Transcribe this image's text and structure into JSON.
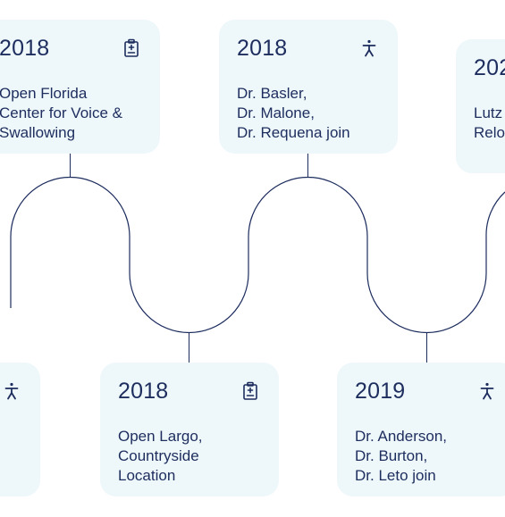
{
  "timeline": {
    "items": [
      {
        "year": "2018",
        "description": "Open Florida\nCenter for Voice &\nSwallowing",
        "icon": "hospital-icon",
        "position": "top"
      },
      {
        "year": "2018",
        "description": "Dr. Basler,\nDr. Malone,\nDr. Requena join",
        "icon": "person-icon",
        "position": "top"
      },
      {
        "year": "202",
        "description": "Lutz\nRelo",
        "icon": "",
        "position": "top"
      },
      {
        "year": "",
        "description": "",
        "icon": "person-icon",
        "position": "bottom"
      },
      {
        "year": "2018",
        "description": "Open Largo,\nCountryside\nLocation",
        "icon": "hospital-icon",
        "position": "bottom"
      },
      {
        "year": "2019",
        "description": "Dr. Anderson,\nDr. Burton,\nDr. Leto join",
        "icon": "person-icon",
        "position": "bottom"
      }
    ]
  },
  "colors": {
    "card_background": "#eef7fa",
    "text": "#1d2d5e",
    "line": "#1d2d5e"
  }
}
